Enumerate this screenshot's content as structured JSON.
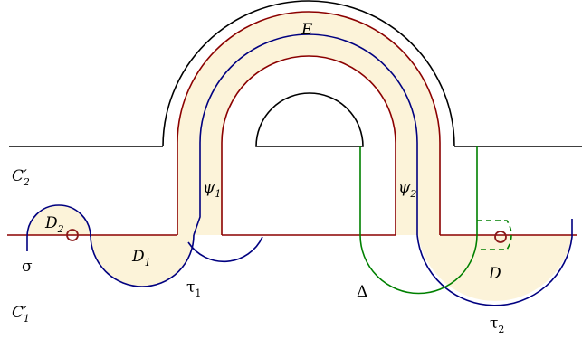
{
  "colors": {
    "black": "#000000",
    "dark_red": "#8b0000",
    "navy": "#000080",
    "green": "#008000",
    "shade": "#fcf3d9",
    "marker": "#8b1a1a"
  },
  "labels": {
    "E": "E",
    "C2": {
      "base": "C",
      "prime": "′",
      "sub": "2"
    },
    "C1": {
      "base": "C",
      "prime": "′",
      "sub": "1"
    },
    "D2": {
      "base": "D",
      "sub": "2"
    },
    "D1": {
      "base": "D",
      "sub": "1"
    },
    "D": "D",
    "sigma": "σ",
    "tau1": {
      "base": "τ",
      "sub": "1"
    },
    "tau2": {
      "base": "τ",
      "sub": "2"
    },
    "psi1": {
      "base": "ψ",
      "sub": "1"
    },
    "psi2": {
      "base": "ψ",
      "sub": "2"
    },
    "Delta": "Δ"
  }
}
